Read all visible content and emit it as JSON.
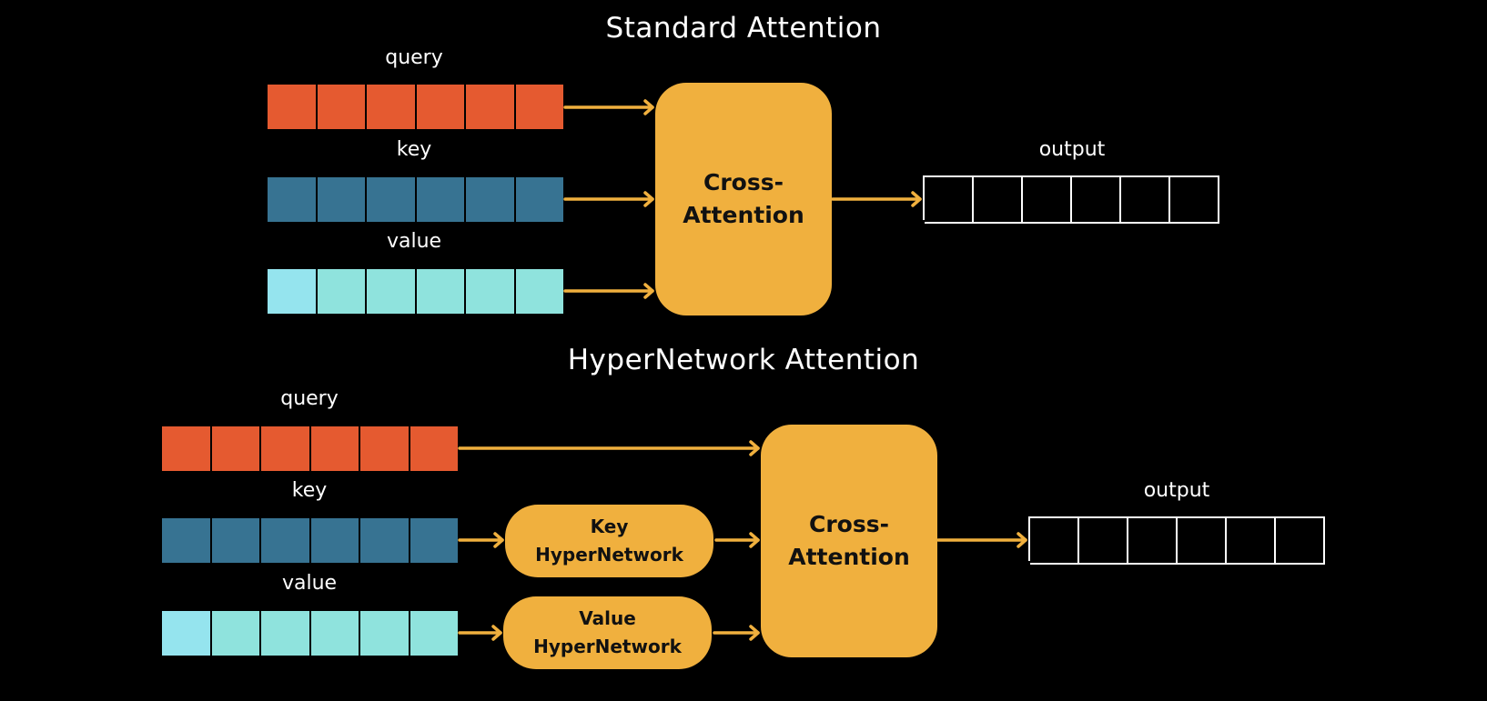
{
  "standard": {
    "title": "Standard Attention",
    "query_label": "query",
    "key_label": "key",
    "value_label": "value",
    "block_line1": "Cross-",
    "block_line2": "Attention",
    "output_label": "output"
  },
  "hyper": {
    "title": "HyperNetwork Attention",
    "query_label": "query",
    "key_label": "key",
    "value_label": "value",
    "key_net_line1": "Key",
    "key_net_line2": "HyperNetwork",
    "value_net_line1": "Value",
    "value_net_line2": "HyperNetwork",
    "block_line1": "Cross-",
    "block_line2": "Attention",
    "output_label": "output"
  },
  "colors": {
    "query": "#e55a30",
    "key": "#377392",
    "value": "#8fe3dd",
    "block": "#f0b03e",
    "arrow": "#f0b03e"
  }
}
